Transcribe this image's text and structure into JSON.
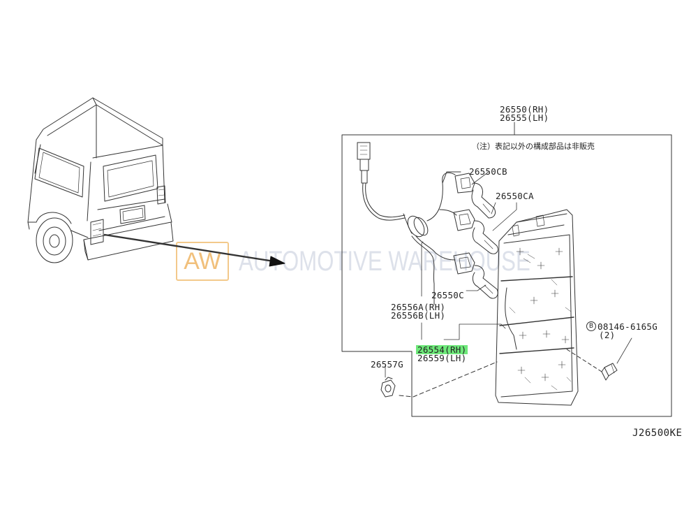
{
  "diagram": {
    "parts": {
      "assembly_rh": "26550(RH)",
      "assembly_lh": "26555(LH)",
      "socket_cb": "26550CB",
      "socket_ca": "26550CA",
      "socket_c": "26550C",
      "harness_rh": "26556A(RH)",
      "harness_lh": "26556B(LH)",
      "lens_rh": "26554(RH)",
      "lens_lh": "26559(LH)",
      "grommet": "26557G",
      "bolt": "08146-6165G",
      "bolt_qty": "(2)",
      "bolt_marker": "B"
    },
    "note_japanese": "（注）表記以外の構成部品は非販売",
    "figure_id": "J26500KE"
  },
  "watermark": {
    "logo": "AW",
    "text": "AUTOMOTIVE WAREHOUSE"
  },
  "colors": {
    "highlight": "#6ee87a",
    "watermark_logo": "#f1c07c",
    "line": "#333333"
  }
}
